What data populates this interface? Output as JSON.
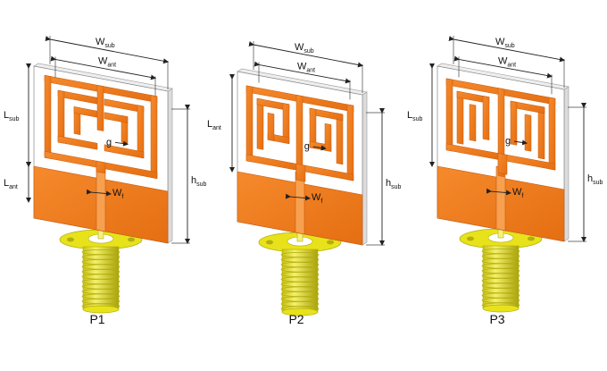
{
  "colors": {
    "copper": "#f07b1e",
    "copper_dark": "#c85a0c",
    "substrate": "#ffffff",
    "connector": "#e8e21a",
    "connector_dark": "#b3ad10",
    "connector_light": "#f6f27c"
  },
  "symbols": {
    "w_sub": [
      "W",
      "sub"
    ],
    "w_ant": [
      "W",
      "ant"
    ],
    "l_sub": [
      "L",
      "sub"
    ],
    "l_ant": [
      "L",
      "ant"
    ],
    "h_sub": [
      "h",
      "sub"
    ],
    "w_f": [
      "W",
      "f"
    ],
    "g": "g"
  },
  "panels": [
    {
      "id": "p1",
      "caption": "P1",
      "variant": "square-meander-pair",
      "labels": [
        "w_sub",
        "w_ant",
        "l_sub",
        "l_ant",
        "h_sub",
        "w_f",
        "g"
      ]
    },
    {
      "id": "p2",
      "caption": "P2",
      "variant": "spiral-pair",
      "labels": [
        "w_sub",
        "w_ant",
        "l_ant",
        "h_sub",
        "w_f",
        "g"
      ]
    },
    {
      "id": "p3",
      "caption": "P3",
      "variant": "tall-meander-pair",
      "labels": [
        "w_sub",
        "w_ant",
        "l_sub",
        "h_sub",
        "w_f",
        "g"
      ]
    }
  ]
}
